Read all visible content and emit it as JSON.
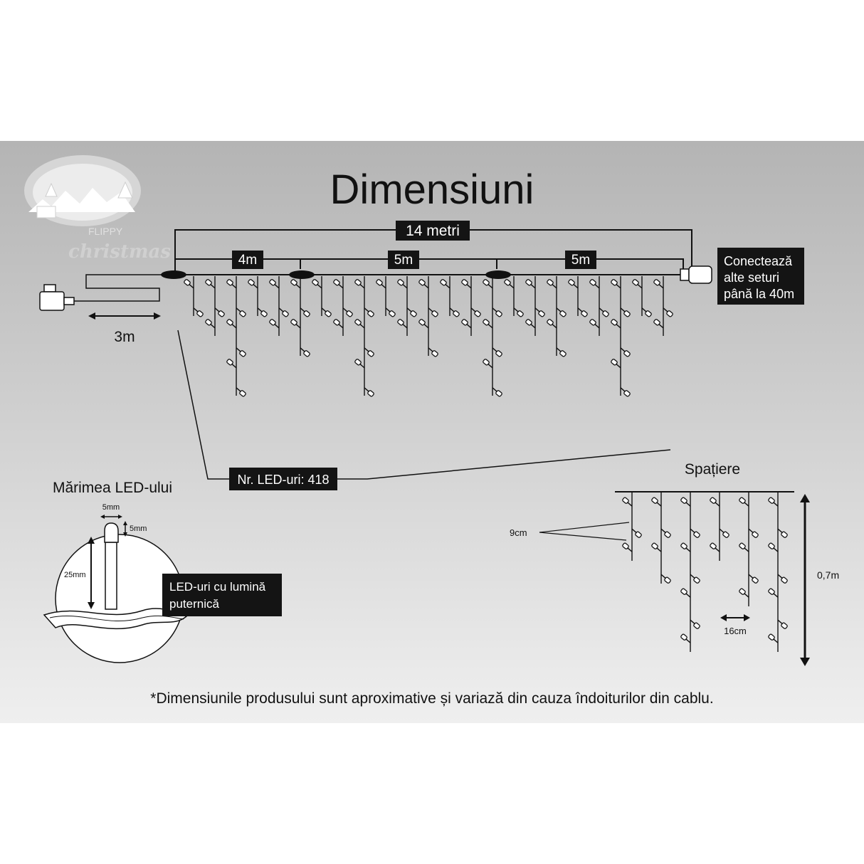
{
  "title": "Dimensiuni",
  "brand": {
    "line1": "FLIPPY",
    "line2": "christmas"
  },
  "length_labels": {
    "total": "14 metri",
    "seg1": "4m",
    "seg2": "5m",
    "seg3": "5m",
    "lead": "3m"
  },
  "connect_note": [
    "Conectează",
    "alte seturi",
    "până la 40m"
  ],
  "led_count_label": "Nr. LED-uri: 418",
  "led_size": {
    "heading": "Mărimea LED-ului",
    "width": "5mm",
    "height": "5mm",
    "length": "25mm",
    "note": [
      "LED-uri cu lumină",
      "puternică"
    ]
  },
  "spacing": {
    "heading": "Spațiere",
    "vertical": "9cm",
    "horizontal": "16cm",
    "drop": "0,7m"
  },
  "footnote": "*Dimensiunile produsului sunt aproximative și variază din cauza îndoiturilor din cablu.",
  "colors": {
    "panel_top": "#b4b4b4",
    "panel_bottom": "#efefef",
    "line": "#111111",
    "label_box": "#141414"
  }
}
